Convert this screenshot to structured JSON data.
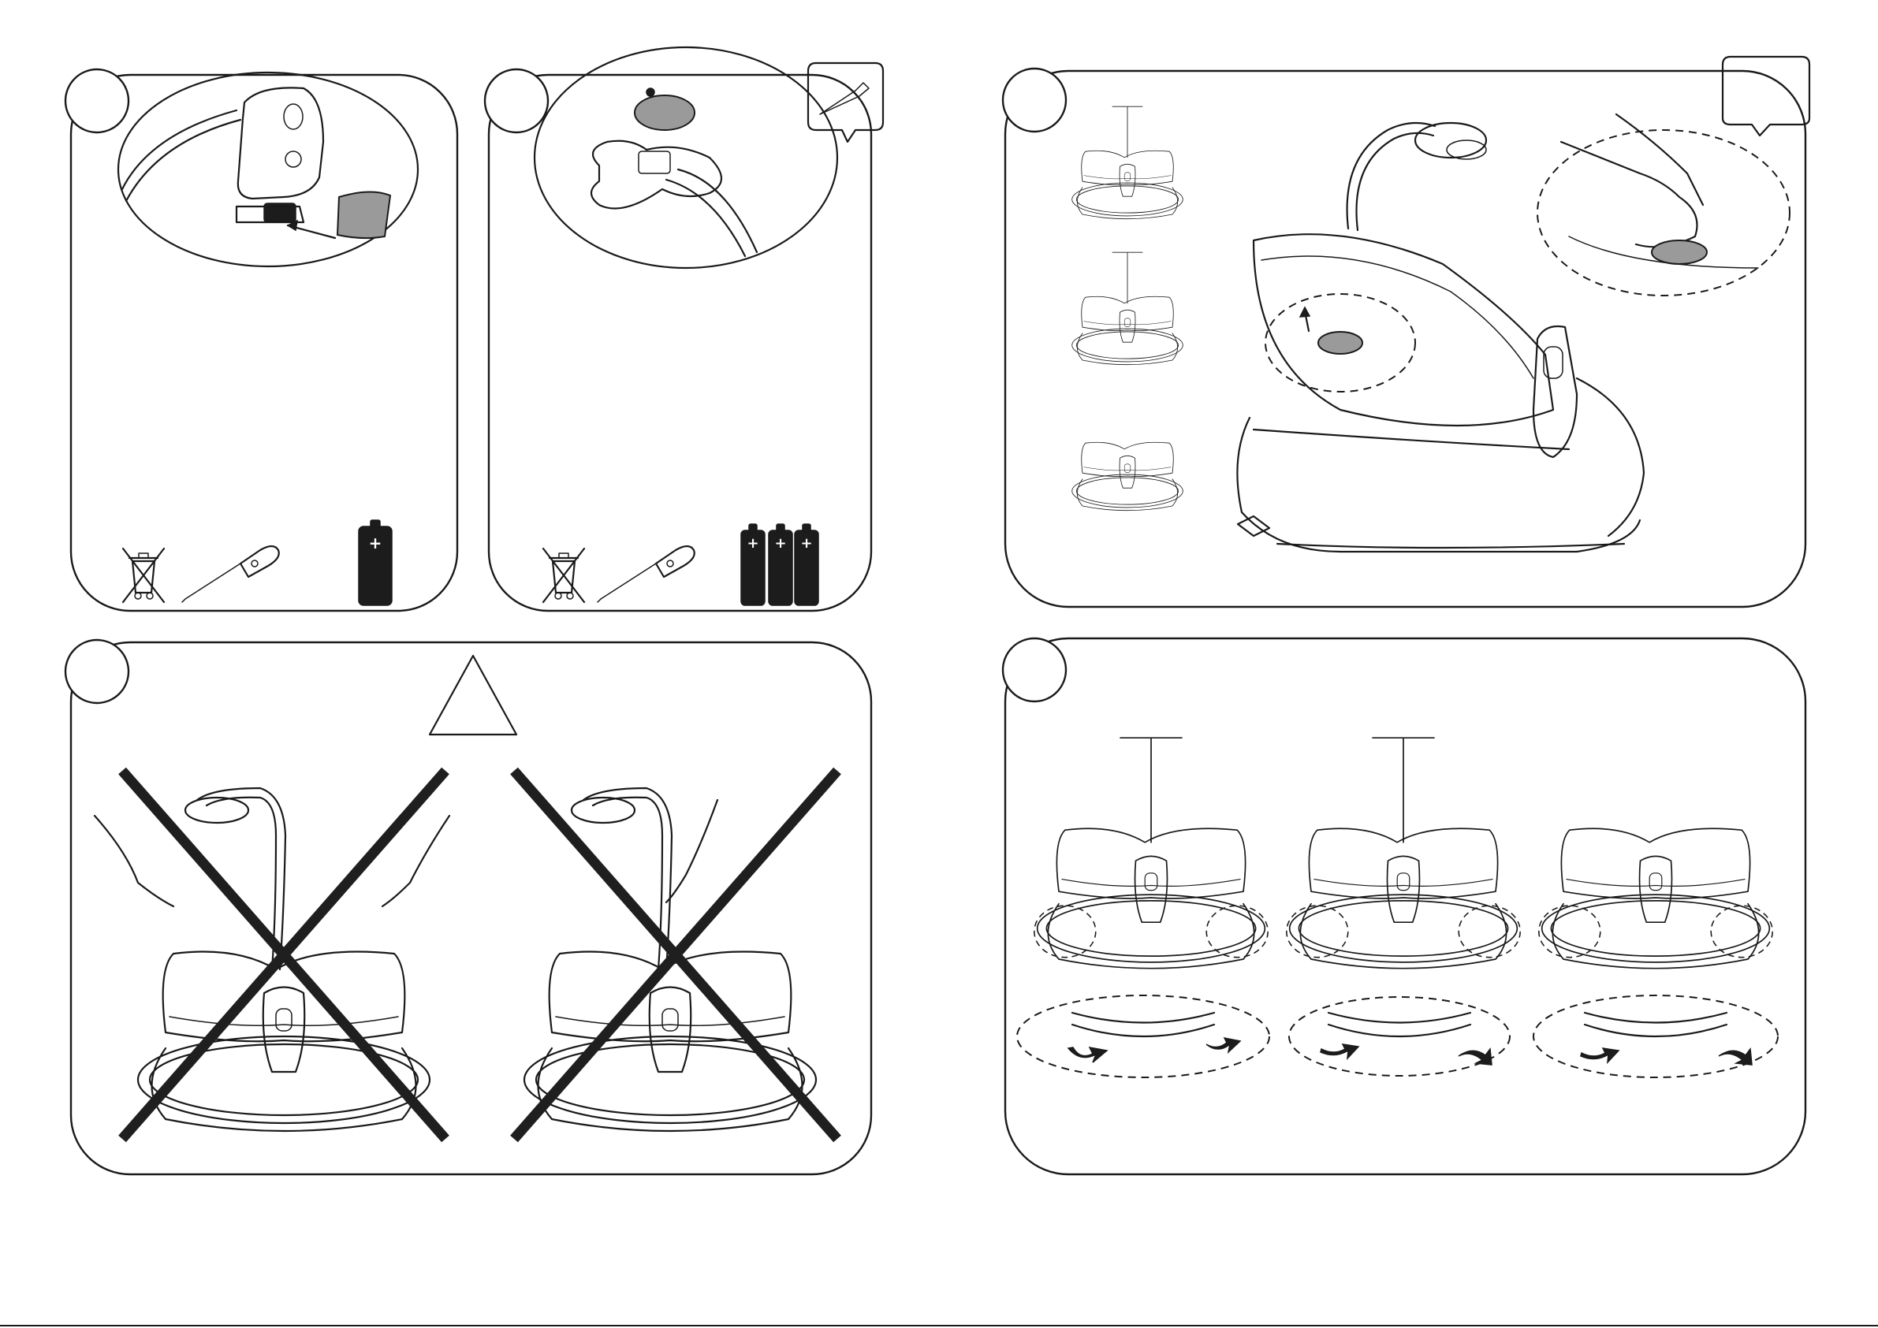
{
  "page": {
    "background": "#ffffff",
    "line_color": "#1a1a1a",
    "battery_color": "#1c1c1c",
    "cover_color": "#9a9a9a"
  },
  "panels": [
    {
      "id": "battery-1",
      "step_number": "",
      "icons": [
        "weee-bin-icon",
        "screwdriver-icon",
        "battery-icon"
      ],
      "battery_count": 1
    },
    {
      "id": "battery-3",
      "step_number": "",
      "icons": [
        "screwdriver-callout-icon",
        "weee-bin-icon",
        "screwdriver-icon",
        "battery-icon"
      ],
      "battery_count": 3
    },
    {
      "id": "recline",
      "step_number": "",
      "icons": [
        "callout-box"
      ]
    },
    {
      "id": "warning-lift",
      "step_number": "",
      "icons": [
        "warning-triangle-icon",
        "cross-icon",
        "cross-icon"
      ],
      "triangle_symbol": ""
    },
    {
      "id": "rocker-feet",
      "step_number": "",
      "icons": [
        "rotate-arrow-icon"
      ]
    }
  ],
  "battery_label": "+"
}
